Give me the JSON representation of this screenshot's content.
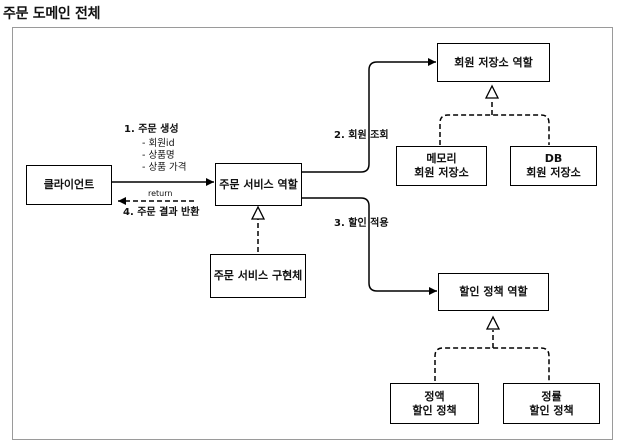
{
  "page": {
    "title": "주문 도메인 전체"
  },
  "boxes": {
    "client": "클라이언트",
    "order_service_role": "주문 서비스 역할",
    "order_service_impl": "주문 서비스 구현체",
    "member_repository_role": "회원 저장소 역할",
    "memory_member_repository": "메모리\n회원 저장소",
    "db_member_repository": "DB\n회원 저장소",
    "discount_policy_role": "할인 정책 역할",
    "fixed_discount_policy": "정액\n할인 정책",
    "rate_discount_policy": "정률\n할인 정책"
  },
  "labels": {
    "create_order": "1. 주문 생성",
    "create_order_items": [
      "- 회원id",
      "- 상품명",
      "- 상품 가격"
    ],
    "return": "return",
    "return_result": "4. 주문 결과 반환",
    "member_lookup": "2. 회원 조회",
    "apply_discount": "3. 할인 적용"
  }
}
